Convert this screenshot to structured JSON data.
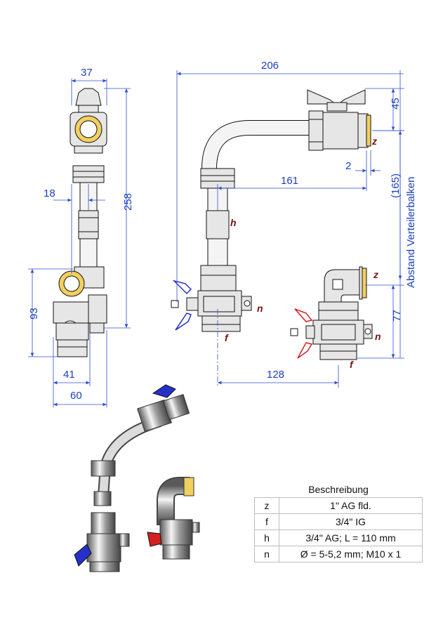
{
  "dimensions": {
    "d37": "37",
    "d258": "258",
    "d18": "18",
    "d93": "93",
    "d41": "41",
    "d60": "60",
    "d206": "206",
    "d45": "45",
    "d2": "2",
    "d161": "161",
    "d165": "(165)",
    "abstand": "Abstand Verteilerbalken",
    "d77": "77",
    "d128": "128"
  },
  "labels": {
    "z": "z",
    "f": "f",
    "h": "h",
    "n": "n"
  },
  "colors": {
    "dimension": "#1a3fbf",
    "label": "#7a1010",
    "valve_blue": "#2430c8",
    "valve_red": "#d42020",
    "brass_yellow": "#f2d060"
  },
  "icons": [
    "blue-valve-handle-icon",
    "red-valve-handle-icon"
  ],
  "table": {
    "header": "Beschreibung",
    "rows": [
      {
        "key": "z",
        "value": "1\" AG fld."
      },
      {
        "key": "f",
        "value": "3/4\" IG"
      },
      {
        "key": "h",
        "value": "3/4\" AG; L = 110 mm"
      },
      {
        "key": "n",
        "value": "Ø = 5-5,2 mm; M10 x 1"
      }
    ]
  }
}
